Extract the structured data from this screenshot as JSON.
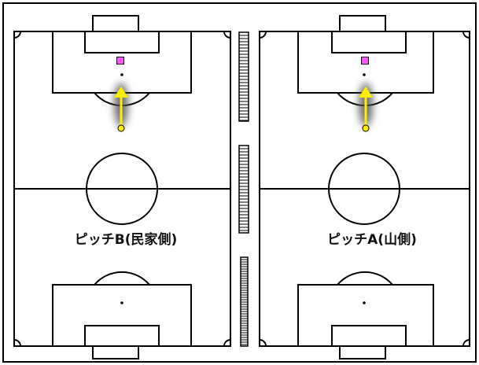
{
  "pitches": [
    {
      "id": "B",
      "label": "ピッチB(民家側)"
    },
    {
      "id": "A",
      "label": "ピッチA(山側)"
    }
  ],
  "colors": {
    "line": "#000000",
    "marker_square": "#ff55ff",
    "marker_circle": "#ffee00",
    "arrow": "#ffee00",
    "shadow": "#555555"
  },
  "icons": {
    "marker_square": "square-marker-icon",
    "marker_circle": "circle-marker-icon",
    "arrow": "arrow-up-icon"
  }
}
